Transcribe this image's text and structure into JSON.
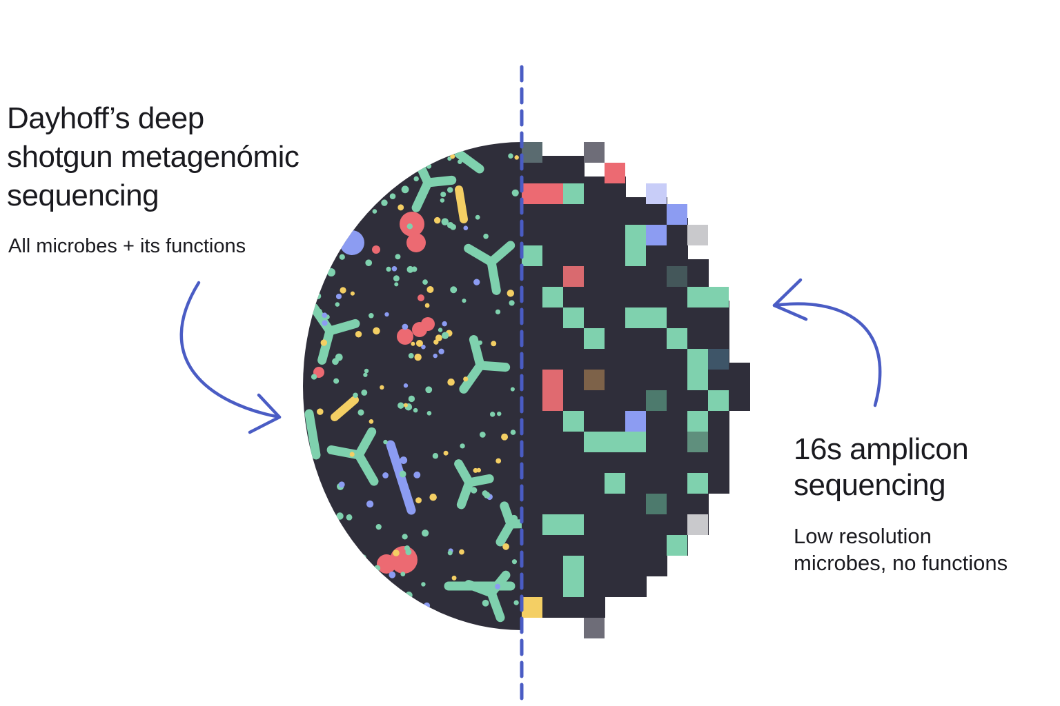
{
  "left_panel": {
    "title": "Dayhoff’s deep\nshotgun metagenómic\nsequencing",
    "subtitle": "All microbes + its functions"
  },
  "right_panel": {
    "title": "16s amplicon\nsequencing",
    "subtitle": "Low resolution\nmicrobes, no functions"
  },
  "colors": {
    "background": "#ffffff",
    "circle_fill": "#2f2e3a",
    "divider": "#4a5cc4",
    "arrow": "#4a5cc4",
    "text": "#1a1a1f",
    "green": "#7fd1ae",
    "red": "#ec6a72",
    "yellow": "#f4cf64",
    "blue": "#8c9cf2",
    "gray": "#c9c9cc"
  },
  "icons": {
    "left_arrow": "curved-arrow-right-icon",
    "right_arrow": "curved-arrow-left-icon"
  }
}
